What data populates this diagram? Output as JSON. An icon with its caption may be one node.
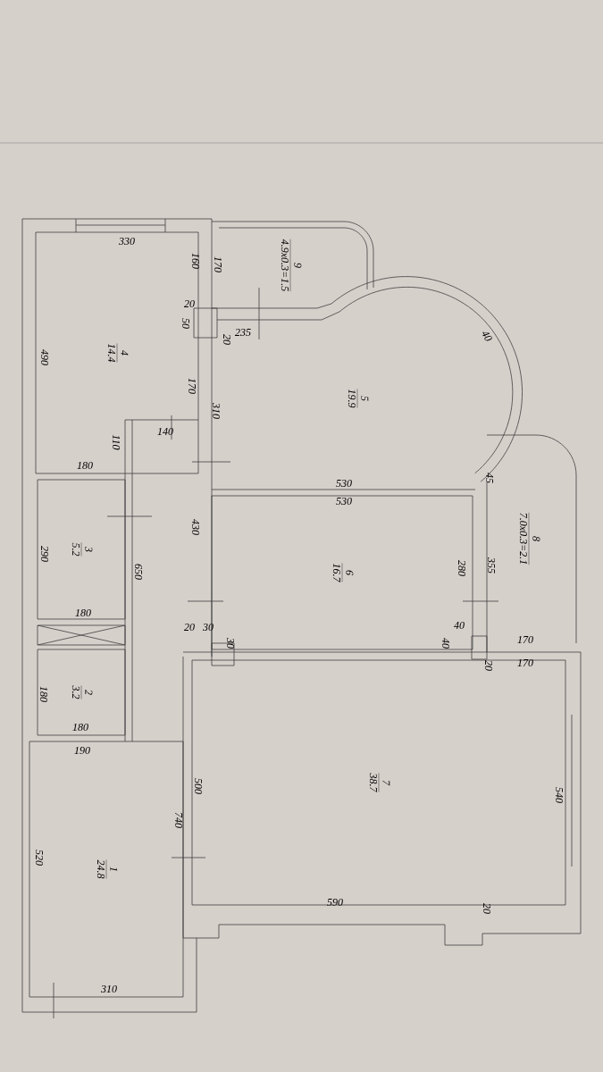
{
  "diagram": {
    "nodes": [
      {
        "text": [
          "4",
          "14.4"
        ]
      },
      {
        "text": [
          "9",
          "4.9x0.3=1.5"
        ]
      },
      {
        "text": [
          "5",
          "19.9"
        ]
      },
      {
        "text": [
          "3",
          "5.2"
        ]
      },
      {
        "text": [],
        "shape": "box"
      },
      {
        "text": [
          "2",
          "3.2"
        ]
      },
      {
        "text": [
          "6",
          "16.7"
        ]
      },
      {
        "text": [
          "8",
          "7.0x0.3=2.1"
        ]
      },
      {
        "text": [
          "7",
          "38.7"
        ]
      },
      {
        "text": [
          "1",
          "24.8"
        ]
      }
    ],
    "labels": [
      "330",
      "170",
      "160",
      "20",
      "50",
      "20",
      "235",
      "40",
      "490",
      "170",
      "310",
      "110",
      "140",
      "180",
      "530",
      "45",
      "530",
      "430",
      "280",
      "355",
      "290",
      "650",
      "180",
      "20",
      "30",
      "30",
      "40",
      "40",
      "170",
      "20",
      "170",
      "180",
      "180",
      "190",
      "500",
      "740",
      "540",
      "520",
      "590",
      "20",
      "310"
    ]
  }
}
